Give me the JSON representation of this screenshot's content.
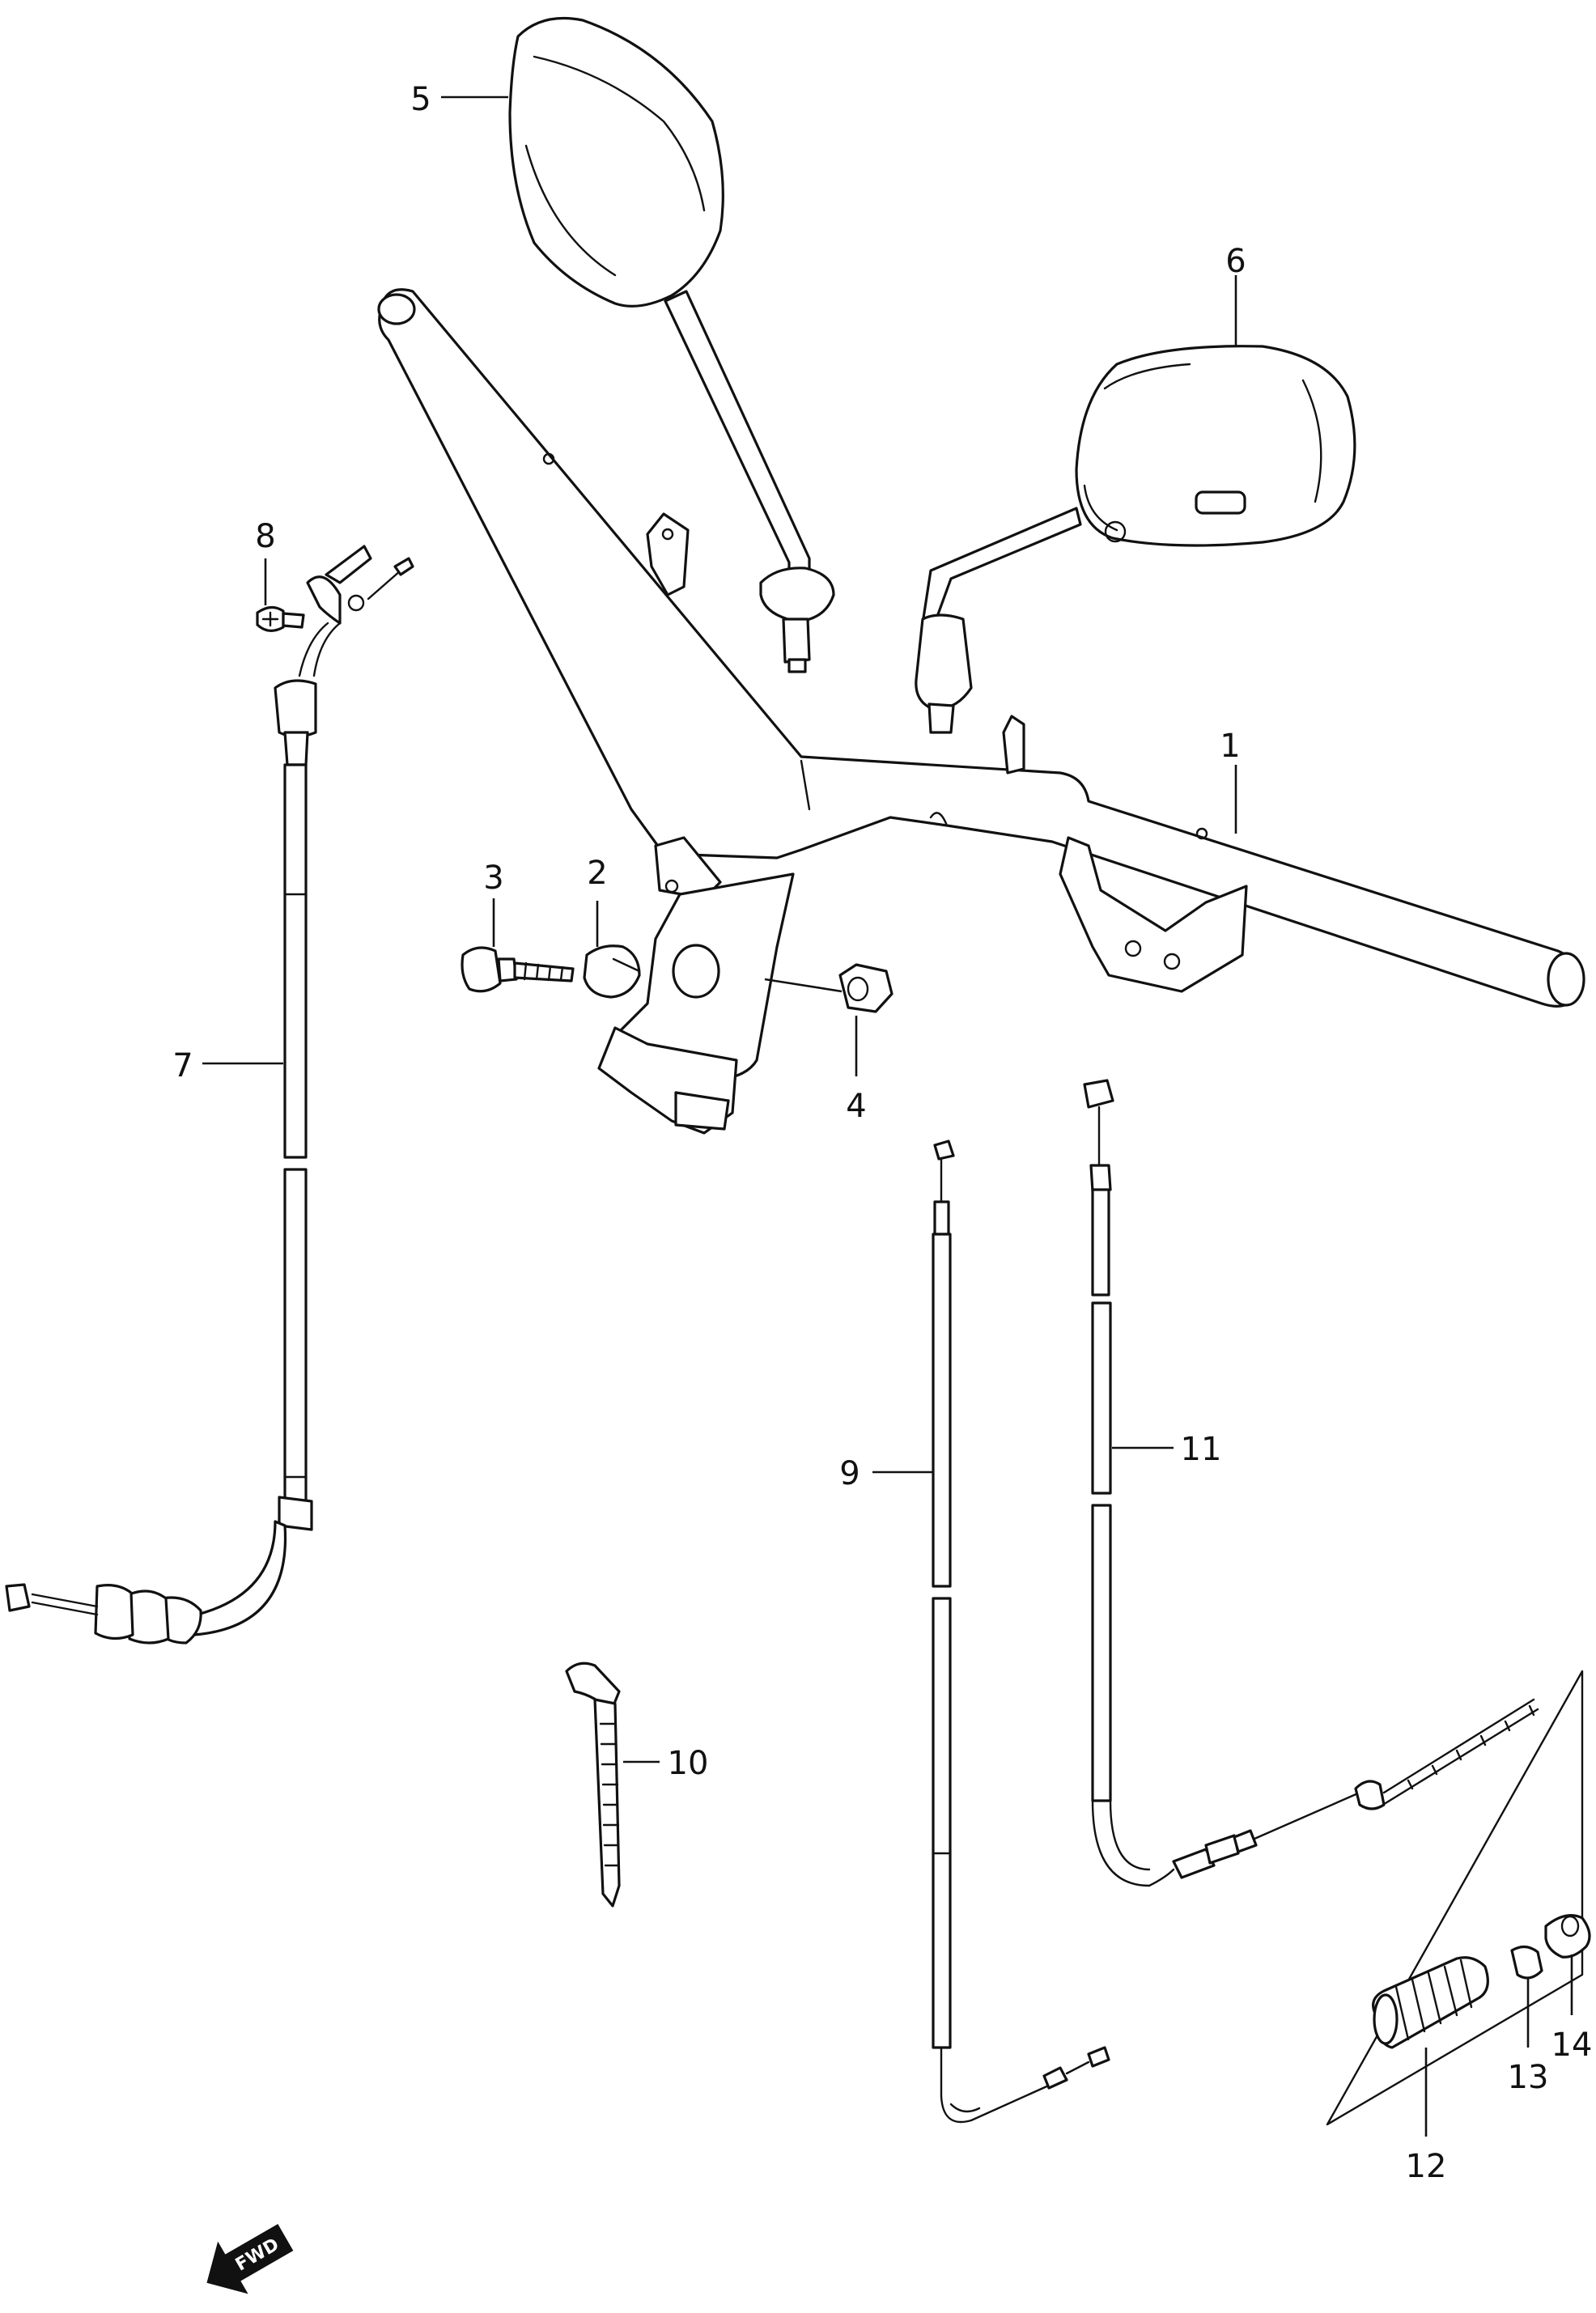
{
  "callouts": {
    "c1": "1",
    "c2": "2",
    "c3": "3",
    "c4": "4",
    "c5": "5",
    "c6": "6",
    "c7": "7",
    "c8": "8",
    "c9": "9",
    "c10": "10",
    "c11": "11",
    "c12": "12",
    "c13": "13",
    "c14": "14"
  },
  "direction_badge": {
    "label": "FWD",
    "icon": "arrow-left-down-icon"
  },
  "colors": {
    "line": "#111111",
    "background": "#ffffff"
  }
}
